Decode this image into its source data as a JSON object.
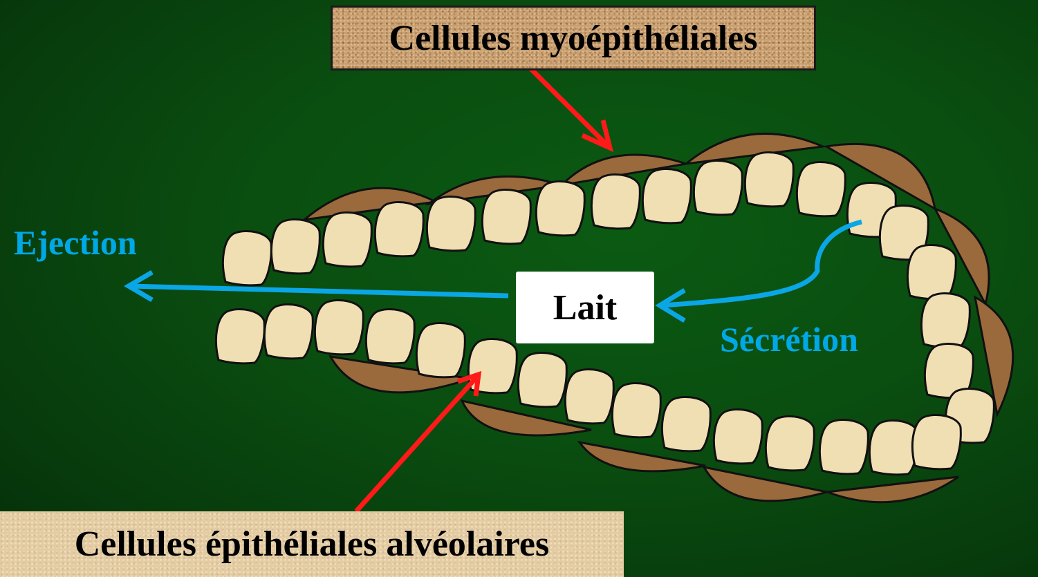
{
  "labels": {
    "myoepithelial": "Cellules myoépithéliales",
    "alveolar": "Cellules épithéliales alvéolaires",
    "ejection": "Ejection",
    "secretion": "Sécrétion",
    "milk": "Lait"
  },
  "colors": {
    "background": "#0a4d10",
    "epithelial_cell": "#f1dfb4",
    "myoepithelial_cell": "#9a6a3c",
    "pointer_arrow": "#ff1a1a",
    "flow_arrow": "#0aa6e6"
  }
}
